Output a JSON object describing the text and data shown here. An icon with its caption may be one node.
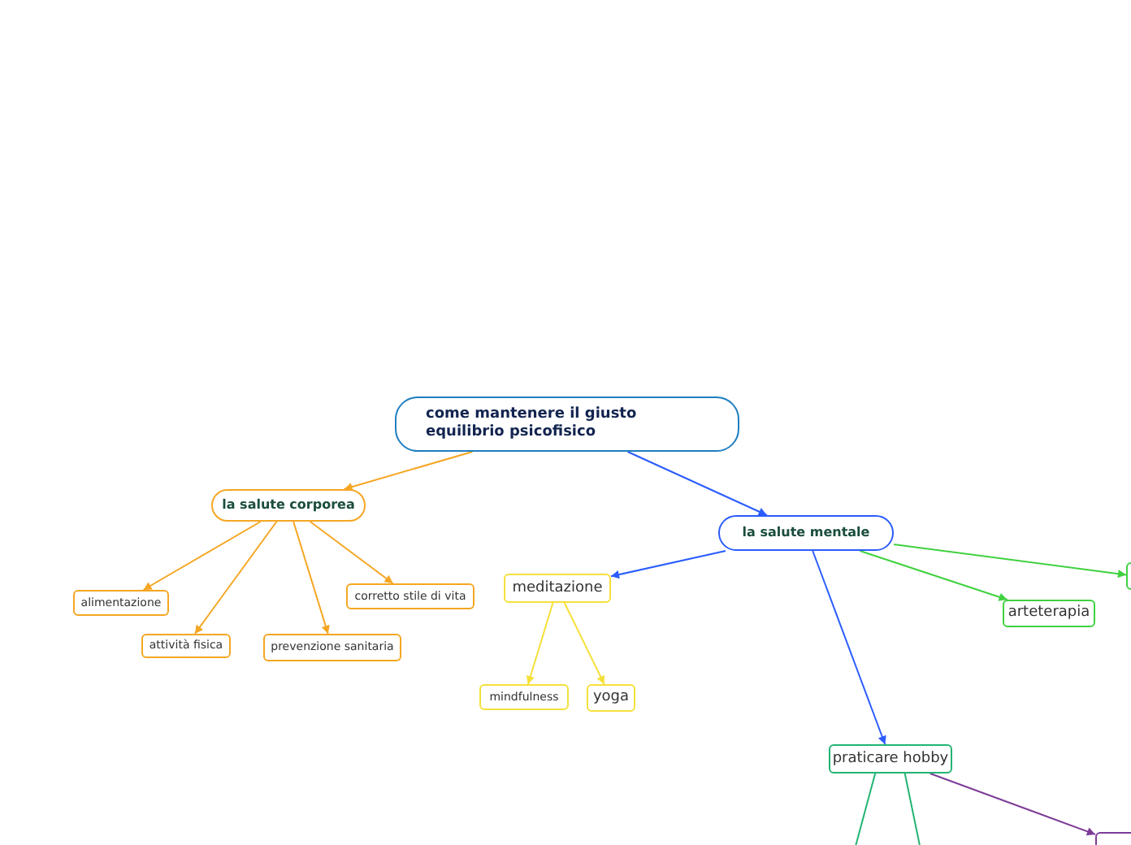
{
  "diagram": {
    "nodes": [
      {
        "text": [
          "come mantenere il giusto equilibrio psicofisico"
        ]
      },
      {
        "text": [
          "la salute corporea"
        ]
      },
      {
        "text": [
          "alimentazione"
        ]
      },
      {
        "text": [
          "attività fisica"
        ]
      },
      {
        "text": [
          "prevenzione sanitaria"
        ]
      },
      {
        "text": [
          "corretto stile di vita"
        ]
      },
      {
        "text": [
          "la salute mentale"
        ]
      },
      {
        "text": [
          "meditazione"
        ]
      },
      {
        "text": [
          "mindfulness"
        ]
      },
      {
        "text": [
          "yoga"
        ]
      },
      {
        "text": [
          "arteterapia"
        ]
      },
      {
        "text": [],
        "shape": "box"
      },
      {
        "text": [
          "praticare hobby"
        ]
      },
      {
        "text": [],
        "shape": "box"
      }
    ],
    "edges": [
      {
        "from": 0,
        "to": 1,
        "arrow": "to",
        "color": "#f5a623"
      },
      {
        "from": 0,
        "to": 6,
        "arrow": "to",
        "color": "#2a5cff"
      },
      {
        "from": 1,
        "to": 2,
        "arrow": "to",
        "color": "#f5a623"
      },
      {
        "from": 1,
        "to": 3,
        "arrow": "to",
        "color": "#f5a623"
      },
      {
        "from": 1,
        "to": 4,
        "arrow": "to",
        "color": "#f5a623"
      },
      {
        "from": 1,
        "to": 5,
        "arrow": "to",
        "color": "#f5a623"
      },
      {
        "from": 6,
        "to": 7,
        "arrow": "to",
        "color": "#2a5cff"
      },
      {
        "from": 6,
        "to": 10,
        "arrow": "to",
        "color": "#3fd13f"
      },
      {
        "from": 6,
        "to": 11,
        "arrow": "to",
        "color": "#3fd13f"
      },
      {
        "from": 6,
        "to": 12,
        "arrow": "to",
        "color": "#2a5cff"
      },
      {
        "from": 7,
        "to": 8,
        "arrow": "to",
        "color": "#f5e03a"
      },
      {
        "from": 7,
        "to": 9,
        "arrow": "to",
        "color": "#f5e03a"
      },
      {
        "from": 12,
        "to": 13,
        "arrow": "to",
        "color": "#7d3c98"
      },
      {
        "from": 12,
        "to": null,
        "arrow": "none",
        "color": "#22b573"
      },
      {
        "from": 12,
        "to": null,
        "arrow": "none",
        "color": "#22b573"
      }
    ]
  }
}
